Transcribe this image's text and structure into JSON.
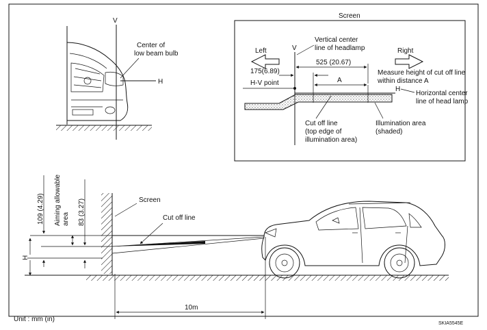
{
  "labels": {
    "v_car": "V",
    "bulb_center_1": "Center of",
    "bulb_center_2": "low beam bulb",
    "h_car": "H",
    "screen_title": "Screen",
    "left": "Left",
    "right": "Right",
    "v_screen": "V",
    "vcl_1": "Vertical center",
    "vcl_2": "line of headlamp",
    "dim_525": "525 (20.67)",
    "dim_175": "175(6.89)",
    "hv_point": "H-V point",
    "a_label": "A",
    "measure_1": "Measure height of cut off line",
    "measure_2": "within distance A",
    "h_screen": "H",
    "hcl_1": "Horizontal center",
    "hcl_2": "line of head lamp",
    "cutoff_1": "Cut off line",
    "cutoff_2": "(top edge of",
    "cutoff_3": "illumination area)",
    "illum_1": "Illumination area",
    "illum_2": "(shaded)",
    "screen_side": "Screen",
    "cutoff_side": "Cut off line",
    "dim_109": "109 (4.29)",
    "aiming_1": "Aiming allowable",
    "aiming_2": "area",
    "dim_83": "83 (3.27)",
    "h_side": "H",
    "dist_10m": "10m",
    "unit": "Unit : mm (in)",
    "fig_code": "SKIA5545E"
  },
  "colors": {
    "line": "#111111",
    "background": "#ffffff"
  }
}
